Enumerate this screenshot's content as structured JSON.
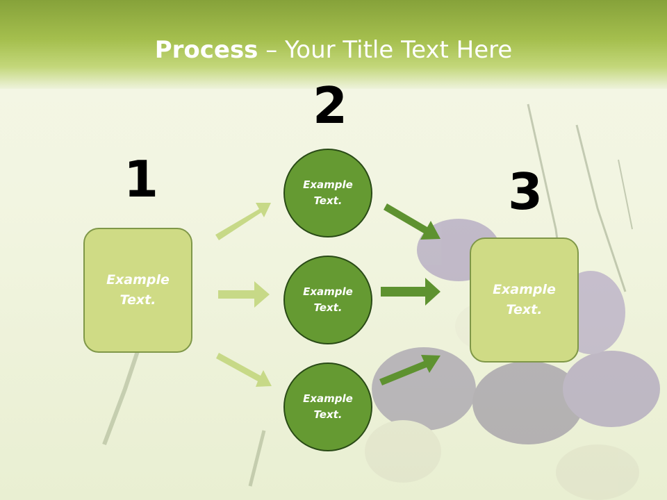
{
  "title": {
    "bold": "Process",
    "rest": " – Your Title Text Here"
  },
  "steps": [
    "1",
    "2",
    "3"
  ],
  "left_box": {
    "text": "Example\nText."
  },
  "circles": [
    {
      "text": "Example\nText."
    },
    {
      "text": "Example\nText."
    },
    {
      "text": "Example\nText."
    }
  ],
  "right_box": {
    "text": "Example\nText."
  },
  "colors": {
    "header": "#a5bf4e",
    "box_fill": "#cfdb85",
    "circle_fill": "#659a32",
    "arrow_light": "#c7d987",
    "arrow_dark": "#5e9230"
  }
}
